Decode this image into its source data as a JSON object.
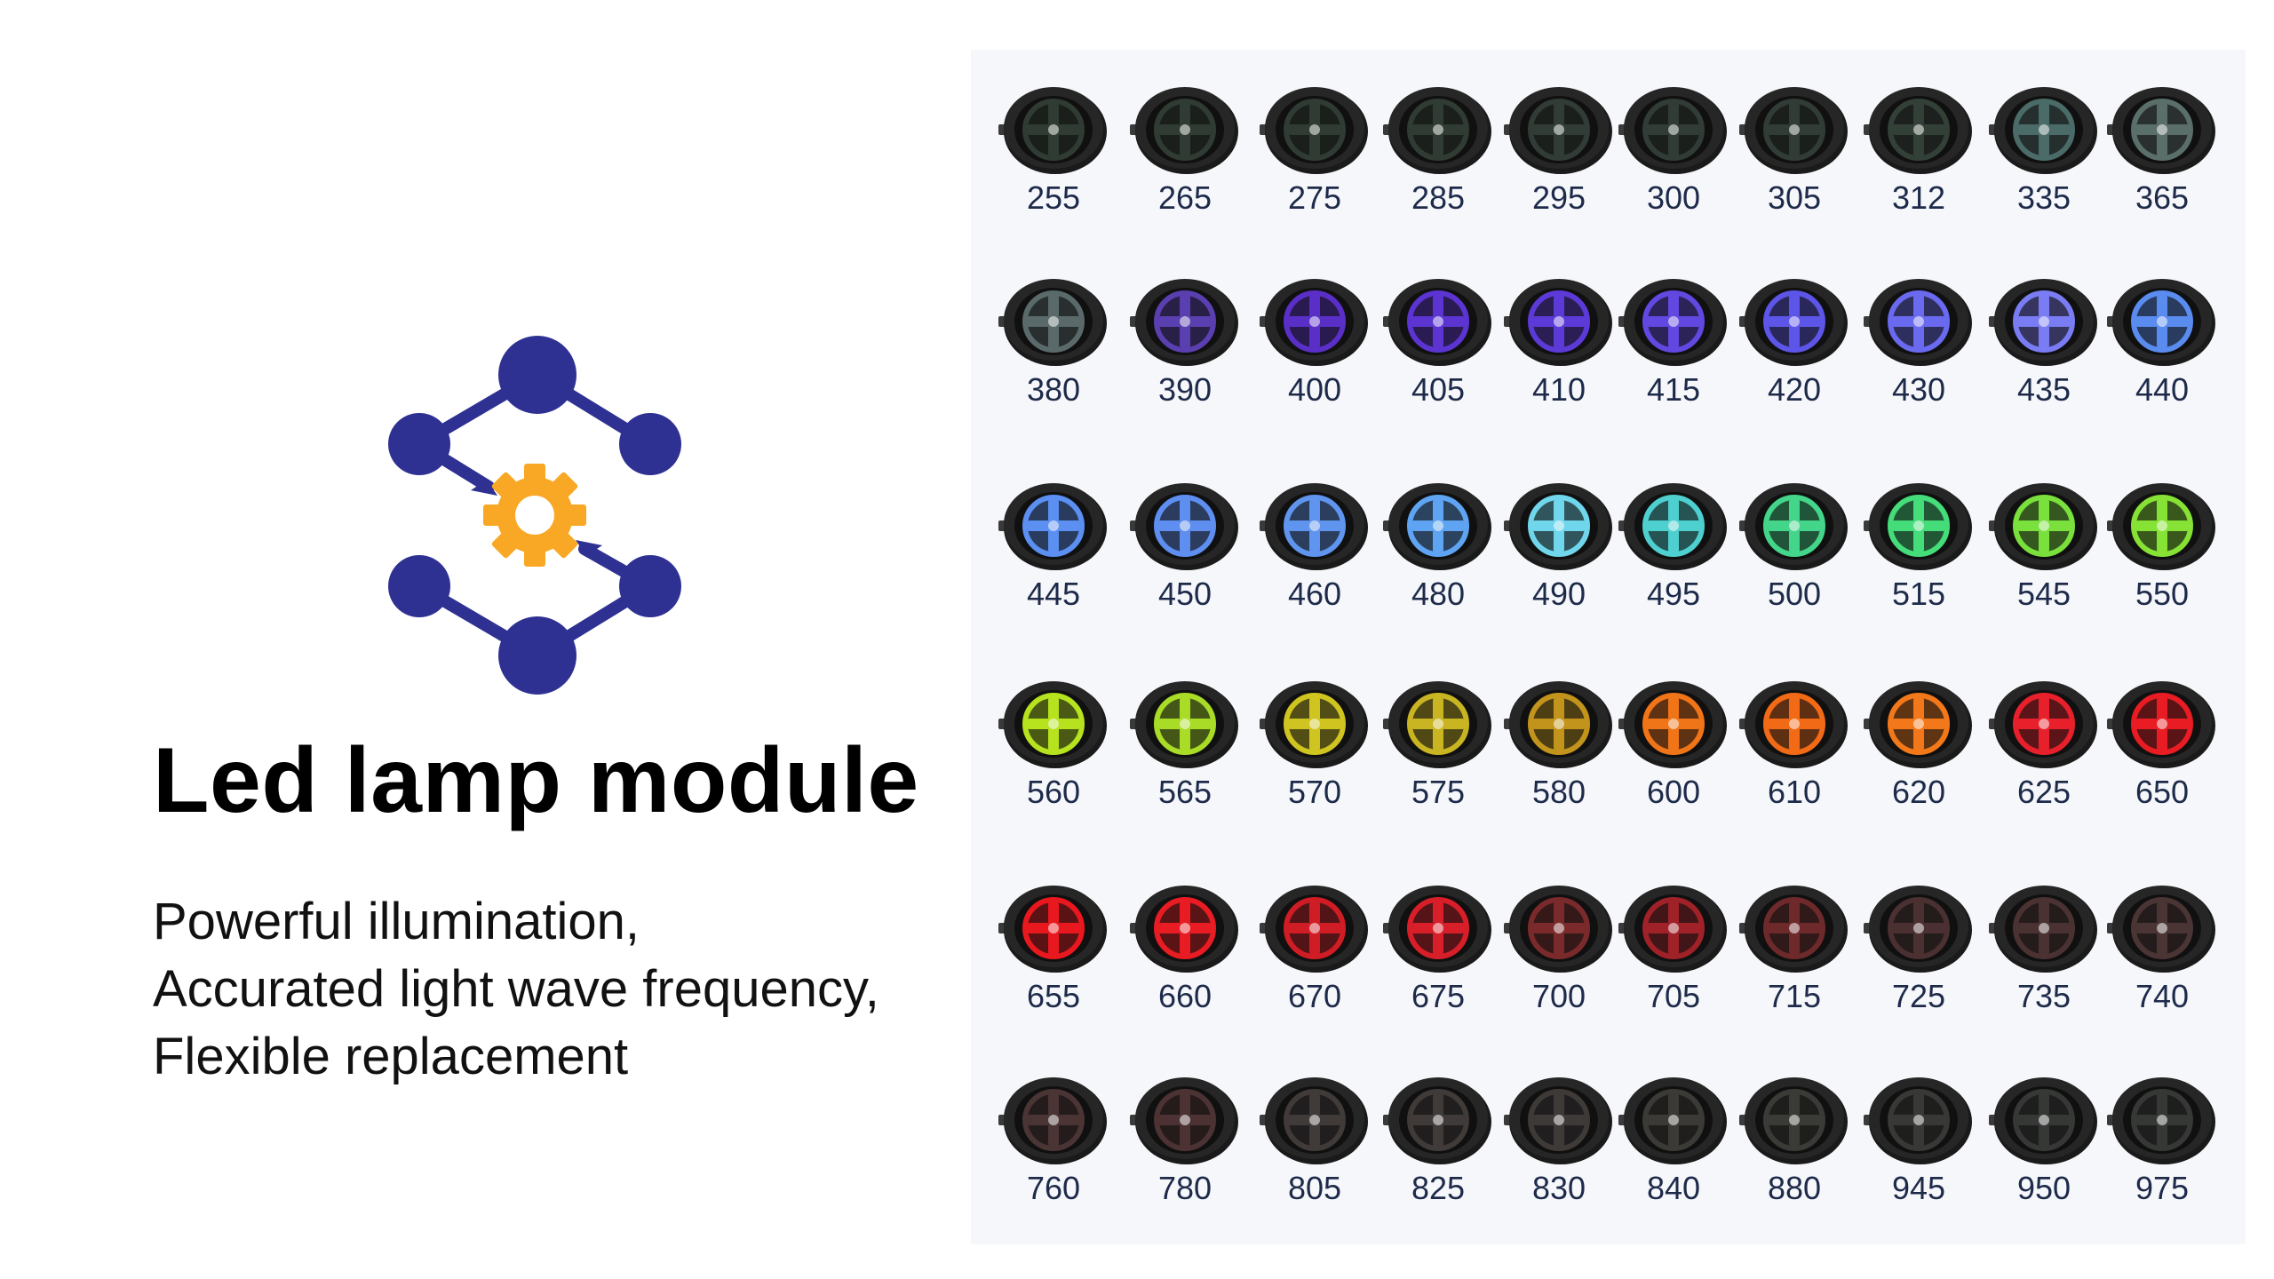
{
  "heading": {
    "title": "Led lamp module"
  },
  "description": {
    "lines": [
      "Powerful illumination,",
      "Accurated light wave frequency,",
      "Flexible replacement"
    ]
  },
  "brand_colors": {
    "logo_blue": "#2e3192",
    "logo_gear": "#f9a825"
  },
  "icons": {
    "logo": "molecule-gear-icon",
    "module": "led-module-icon"
  },
  "modules": {
    "rows": [
      {
        "items": [
          {
            "wavelength": "255",
            "color": "#2f3b33"
          },
          {
            "wavelength": "265",
            "color": "#2f3b33"
          },
          {
            "wavelength": "275",
            "color": "#2f3b33"
          },
          {
            "wavelength": "285",
            "color": "#2f3b33"
          },
          {
            "wavelength": "295",
            "color": "#303c35"
          },
          {
            "wavelength": "300",
            "color": "#303c35"
          },
          {
            "wavelength": "305",
            "color": "#303c35"
          },
          {
            "wavelength": "312",
            "color": "#334038"
          },
          {
            "wavelength": "335",
            "color": "#4a6b68"
          },
          {
            "wavelength": "365",
            "color": "#5a6e6a"
          }
        ]
      },
      {
        "items": [
          {
            "wavelength": "380",
            "color": "#5a6a6a"
          },
          {
            "wavelength": "390",
            "color": "#5a3fb0"
          },
          {
            "wavelength": "400",
            "color": "#5a2fc8"
          },
          {
            "wavelength": "405",
            "color": "#5b34d2"
          },
          {
            "wavelength": "410",
            "color": "#5c3ad8"
          },
          {
            "wavelength": "415",
            "color": "#6248e0"
          },
          {
            "wavelength": "420",
            "color": "#5d55e8"
          },
          {
            "wavelength": "430",
            "color": "#6a6af0"
          },
          {
            "wavelength": "435",
            "color": "#7a7cf4"
          },
          {
            "wavelength": "440",
            "color": "#5a8cf0"
          }
        ]
      },
      {
        "items": [
          {
            "wavelength": "445",
            "color": "#5b8ff2"
          },
          {
            "wavelength": "450",
            "color": "#5e8ef0"
          },
          {
            "wavelength": "460",
            "color": "#5f95ee"
          },
          {
            "wavelength": "480",
            "color": "#5ea4f2"
          },
          {
            "wavelength": "490",
            "color": "#6fd6ec"
          },
          {
            "wavelength": "495",
            "color": "#4fd0d0"
          },
          {
            "wavelength": "500",
            "color": "#43d68a"
          },
          {
            "wavelength": "515",
            "color": "#45dc7a"
          },
          {
            "wavelength": "545",
            "color": "#79e03c"
          },
          {
            "wavelength": "550",
            "color": "#86e234"
          }
        ]
      },
      {
        "items": [
          {
            "wavelength": "560",
            "color": "#b6e21e"
          },
          {
            "wavelength": "565",
            "color": "#a8dc26"
          },
          {
            "wavelength": "570",
            "color": "#cfc420"
          },
          {
            "wavelength": "575",
            "color": "#c9b422"
          },
          {
            "wavelength": "580",
            "color": "#c2941c"
          },
          {
            "wavelength": "600",
            "color": "#f07418"
          },
          {
            "wavelength": "610",
            "color": "#f26a16"
          },
          {
            "wavelength": "620",
            "color": "#f2781a"
          },
          {
            "wavelength": "625",
            "color": "#e8202c"
          },
          {
            "wavelength": "650",
            "color": "#e81c22"
          }
        ]
      },
      {
        "items": [
          {
            "wavelength": "655",
            "color": "#e8181e"
          },
          {
            "wavelength": "660",
            "color": "#e81c22"
          },
          {
            "wavelength": "670",
            "color": "#d01c24"
          },
          {
            "wavelength": "675",
            "color": "#d81e28"
          },
          {
            "wavelength": "700",
            "color": "#7a2a2a"
          },
          {
            "wavelength": "705",
            "color": "#a02228"
          },
          {
            "wavelength": "715",
            "color": "#6e2a2a"
          },
          {
            "wavelength": "725",
            "color": "#4a3030"
          },
          {
            "wavelength": "735",
            "color": "#4a3232"
          },
          {
            "wavelength": "740",
            "color": "#4a3434"
          }
        ]
      },
      {
        "items": [
          {
            "wavelength": "760",
            "color": "#4a3434"
          },
          {
            "wavelength": "780",
            "color": "#4c3232"
          },
          {
            "wavelength": "805",
            "color": "#403a38"
          },
          {
            "wavelength": "825",
            "color": "#403a38"
          },
          {
            "wavelength": "830",
            "color": "#3e3a38"
          },
          {
            "wavelength": "840",
            "color": "#3c3a36"
          },
          {
            "wavelength": "880",
            "color": "#3a3a36"
          },
          {
            "wavelength": "945",
            "color": "#383836"
          },
          {
            "wavelength": "950",
            "color": "#363836"
          },
          {
            "wavelength": "975",
            "color": "#363836"
          }
        ]
      }
    ]
  }
}
